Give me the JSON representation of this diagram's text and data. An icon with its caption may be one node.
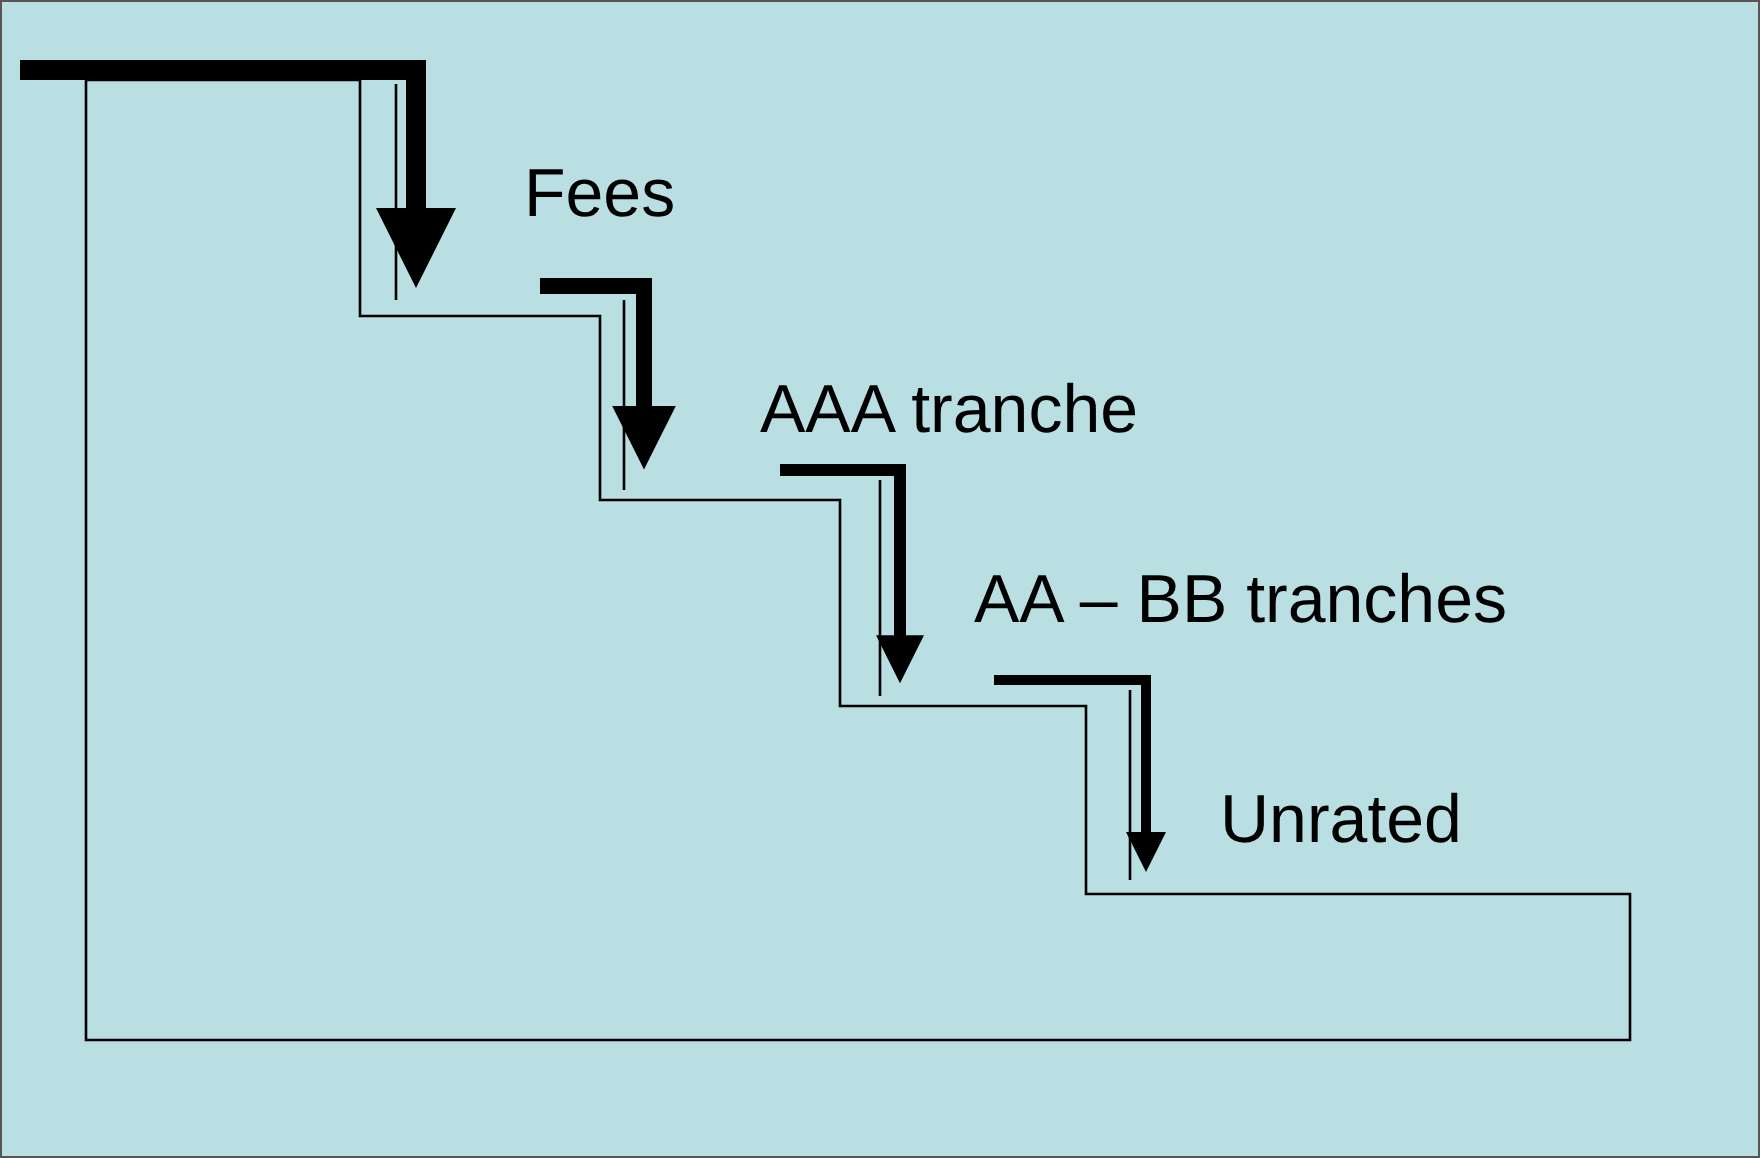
{
  "diagram": {
    "labels": [
      "Fees",
      "AAA tranche",
      "AA – BB tranches",
      "Unrated"
    ]
  }
}
